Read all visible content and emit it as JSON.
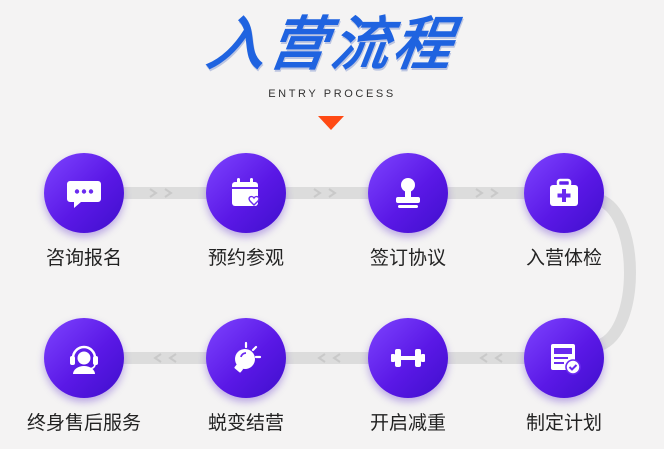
{
  "header": {
    "title": "入营流程",
    "subtitle": "ENTRY PROCESS"
  },
  "colors": {
    "title": "#1f63e0",
    "circle_start": "#7e44ff",
    "circle_end": "#3f0fcc",
    "arrow": "#ff4a14",
    "track": "#d4d4d4"
  },
  "steps": [
    {
      "label": "咨询报名",
      "icon": "chat-bubble-icon"
    },
    {
      "label": "预约参观",
      "icon": "calendar-heart-icon"
    },
    {
      "label": "签订协议",
      "icon": "stamp-icon"
    },
    {
      "label": "入营体检",
      "icon": "medical-kit-icon"
    },
    {
      "label": "制定计划",
      "icon": "plan-check-icon"
    },
    {
      "label": "开启减重",
      "icon": "dumbbell-icon"
    },
    {
      "label": "蜕变结营",
      "icon": "light-bulb-icon"
    },
    {
      "label": "终身售后服务",
      "icon": "headset-user-icon"
    }
  ]
}
